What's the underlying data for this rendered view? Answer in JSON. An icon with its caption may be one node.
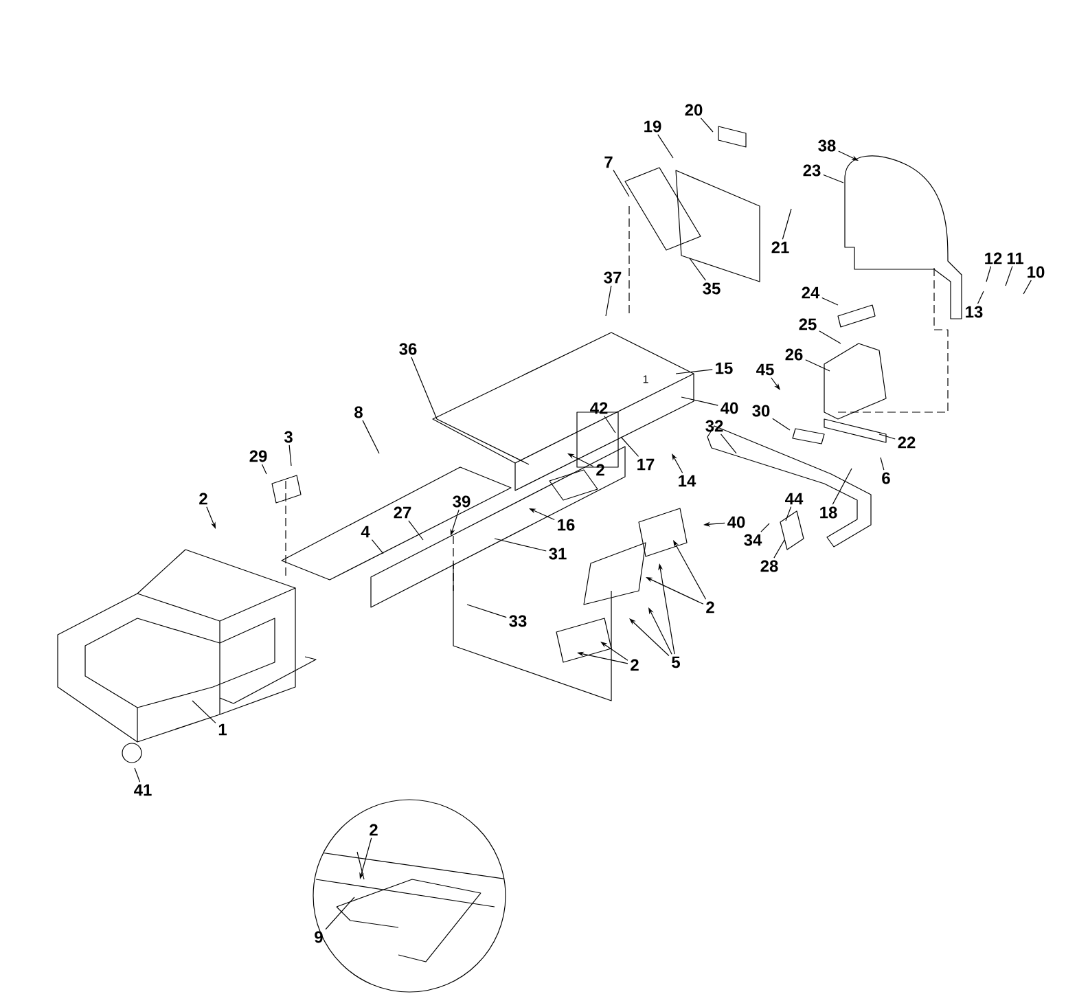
{
  "diagram": {
    "nodes": [
      {
        "text": [
          "20"
        ]
      },
      {
        "text": [
          "19"
        ]
      },
      {
        "text": [
          "38"
        ]
      },
      {
        "text": [
          "7"
        ]
      },
      {
        "text": [
          "23"
        ]
      },
      {
        "text": [
          "21"
        ]
      },
      {
        "text": [
          "12"
        ]
      },
      {
        "text": [
          "11"
        ]
      },
      {
        "text": [
          "10"
        ]
      },
      {
        "text": [
          "37"
        ]
      },
      {
        "text": [
          "35"
        ]
      },
      {
        "text": [
          "24"
        ]
      },
      {
        "text": [
          "13"
        ]
      },
      {
        "text": [
          "25"
        ]
      },
      {
        "text": [
          "36"
        ]
      },
      {
        "text": [
          "26"
        ]
      },
      {
        "text": [
          "15"
        ]
      },
      {
        "text": [
          "45"
        ]
      },
      {
        "text": [
          "8"
        ]
      },
      {
        "text": [
          "42"
        ]
      },
      {
        "text": [
          "40"
        ]
      },
      {
        "text": [
          "30"
        ]
      },
      {
        "text": [
          "29"
        ]
      },
      {
        "text": [
          "32"
        ]
      },
      {
        "text": [
          "3"
        ]
      },
      {
        "text": [
          "22"
        ]
      },
      {
        "text": [
          "17"
        ]
      },
      {
        "text": [
          "2"
        ]
      },
      {
        "text": [
          "14"
        ]
      },
      {
        "text": [
          "6"
        ]
      },
      {
        "text": [
          "2"
        ]
      },
      {
        "text": [
          "44"
        ]
      },
      {
        "text": [
          "39"
        ]
      },
      {
        "text": [
          "27"
        ]
      },
      {
        "text": [
          "18"
        ]
      },
      {
        "text": [
          "40"
        ]
      },
      {
        "text": [
          "16"
        ]
      },
      {
        "text": [
          "4"
        ]
      },
      {
        "text": [
          "34"
        ]
      },
      {
        "text": [
          "31"
        ]
      },
      {
        "text": [
          "28"
        ]
      },
      {
        "text": [
          "2"
        ]
      },
      {
        "text": [
          "33"
        ]
      },
      {
        "text": [
          "5"
        ]
      },
      {
        "text": [
          "2"
        ]
      },
      {
        "text": [
          "1"
        ]
      },
      {
        "text": [
          "41"
        ]
      },
      {
        "text": [
          "2"
        ]
      },
      {
        "text": [
          "9"
        ]
      }
    ],
    "edges": [
      {
        "from": 0,
        "to": null,
        "arrow": "none"
      },
      {
        "from": 1,
        "to": null,
        "arrow": "none"
      },
      {
        "from": 2,
        "to": null,
        "arrow": "to"
      },
      {
        "from": 3,
        "to": null,
        "arrow": "none"
      },
      {
        "from": 4,
        "to": null,
        "arrow": "none"
      },
      {
        "from": 5,
        "to": null,
        "arrow": "none"
      },
      {
        "from": 6,
        "to": null,
        "arrow": "none"
      },
      {
        "from": 7,
        "to": null,
        "arrow": "none"
      },
      {
        "from": 8,
        "to": null,
        "arrow": "none"
      },
      {
        "from": 9,
        "to": null,
        "arrow": "none"
      },
      {
        "from": 10,
        "to": null,
        "arrow": "none"
      },
      {
        "from": 11,
        "to": null,
        "arrow": "none"
      },
      {
        "from": 12,
        "to": null,
        "arrow": "none"
      },
      {
        "from": 13,
        "to": null,
        "arrow": "none"
      },
      {
        "from": 14,
        "to": null,
        "arrow": "none"
      },
      {
        "from": 15,
        "to": null,
        "arrow": "none"
      },
      {
        "from": 16,
        "to": null,
        "arrow": "none"
      },
      {
        "from": 17,
        "to": null,
        "arrow": "to"
      },
      {
        "from": 18,
        "to": null,
        "arrow": "none"
      },
      {
        "from": 19,
        "to": null,
        "arrow": "none"
      },
      {
        "from": 20,
        "to": null,
        "arrow": "none"
      },
      {
        "from": 21,
        "to": null,
        "arrow": "none"
      },
      {
        "from": 22,
        "to": null,
        "arrow": "none"
      },
      {
        "from": 23,
        "to": null,
        "arrow": "none"
      },
      {
        "from": 24,
        "to": null,
        "arrow": "none"
      },
      {
        "from": 25,
        "to": null,
        "arrow": "none"
      },
      {
        "from": 26,
        "to": null,
        "arrow": "none"
      },
      {
        "from": 27,
        "to": null,
        "arrow": "to"
      },
      {
        "from": 28,
        "to": null,
        "arrow": "to"
      },
      {
        "from": 29,
        "to": null,
        "arrow": "none"
      },
      {
        "from": 30,
        "to": null,
        "arrow": "to"
      },
      {
        "from": 31,
        "to": null,
        "arrow": "none"
      },
      {
        "from": 32,
        "to": null,
        "arrow": "to"
      },
      {
        "from": 33,
        "to": null,
        "arrow": "none"
      },
      {
        "from": 34,
        "to": null,
        "arrow": "none"
      },
      {
        "from": 35,
        "to": null,
        "arrow": "to"
      },
      {
        "from": 36,
        "to": null,
        "arrow": "to"
      },
      {
        "from": 37,
        "to": null,
        "arrow": "none"
      },
      {
        "from": 38,
        "to": null,
        "arrow": "none"
      },
      {
        "from": 39,
        "to": null,
        "arrow": "none"
      },
      {
        "from": 40,
        "to": null,
        "arrow": "none"
      },
      {
        "from": 41,
        "to": null,
        "arrow": "to"
      },
      {
        "from": 41,
        "to": null,
        "arrow": "to"
      },
      {
        "from": 42,
        "to": null,
        "arrow": "none"
      },
      {
        "from": 43,
        "to": null,
        "arrow": "to"
      },
      {
        "from": 43,
        "to": null,
        "arrow": "to"
      },
      {
        "from": 43,
        "to": null,
        "arrow": "to"
      },
      {
        "from": 44,
        "to": null,
        "arrow": "to"
      },
      {
        "from": 44,
        "to": null,
        "arrow": "to"
      },
      {
        "from": 45,
        "to": null,
        "arrow": "none"
      },
      {
        "from": 46,
        "to": null,
        "arrow": "none"
      },
      {
        "from": 47,
        "to": null,
        "arrow": "to"
      },
      {
        "from": 48,
        "to": null,
        "arrow": "none"
      }
    ],
    "labels": [
      "1"
    ]
  }
}
